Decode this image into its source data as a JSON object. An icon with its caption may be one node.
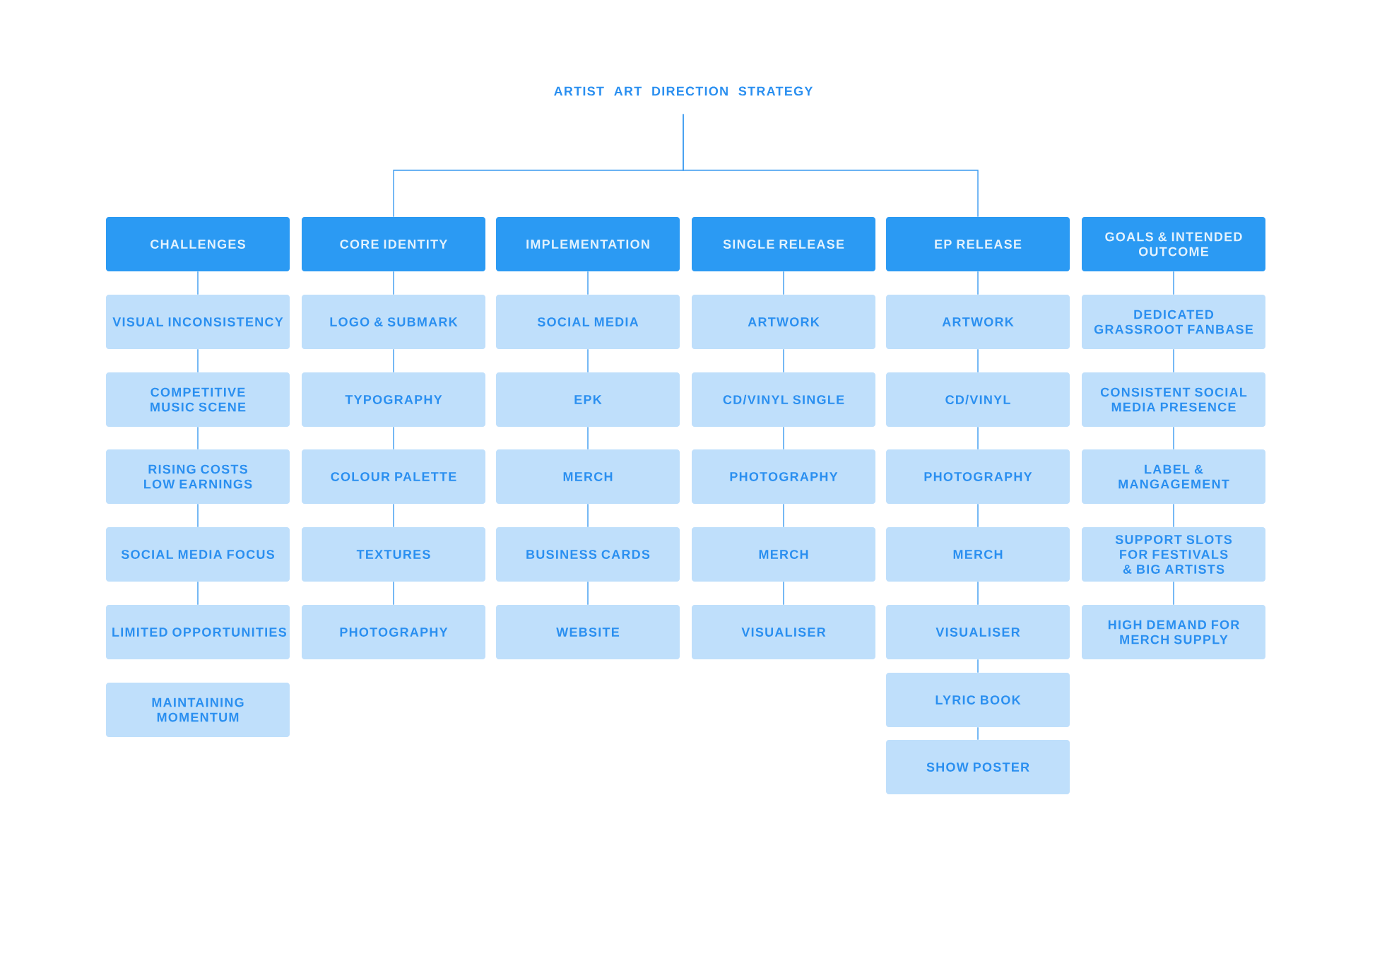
{
  "diagram": {
    "nodes": [
      {
        "text": [
          "ARTIST ART DIRECTION STRATEGY"
        ]
      },
      {
        "text": [
          "CHALLENGES"
        ]
      },
      {
        "text": [
          "CORE IDENTITY"
        ]
      },
      {
        "text": [
          "IMPLEMENTATION"
        ]
      },
      {
        "text": [
          "SINGLE RELEASE"
        ]
      },
      {
        "text": [
          "EP RELEASE"
        ]
      },
      {
        "text": [
          "GOALS & INTENDED OUTCOME"
        ]
      },
      {
        "text": [
          "VISUAL INCONSISTENCY"
        ]
      },
      {
        "text": [
          "COMPETITIVE MUSIC SCENE"
        ]
      },
      {
        "text": [
          "RISING COSTS LOW EARNINGS"
        ]
      },
      {
        "text": [
          "SOCIAL MEDIA FOCUS"
        ]
      },
      {
        "text": [
          "LIMITED OPPORTUNITIES"
        ]
      },
      {
        "text": [
          "MAINTAINING MOMENTUM"
        ]
      },
      {
        "text": [
          "LOGO & SUBMARK"
        ]
      },
      {
        "text": [
          "TYPOGRAPHY"
        ]
      },
      {
        "text": [
          "COLOUR PALETTE"
        ]
      },
      {
        "text": [
          "TEXTURES"
        ]
      },
      {
        "text": [
          "PHOTOGRAPHY"
        ]
      },
      {
        "text": [
          "SOCIAL MEDIA"
        ]
      },
      {
        "text": [
          "EPK"
        ]
      },
      {
        "text": [
          "MERCH"
        ]
      },
      {
        "text": [
          "BUSINESS CARDS"
        ]
      },
      {
        "text": [
          "WEBSITE"
        ]
      },
      {
        "text": [
          "ARTWORK"
        ]
      },
      {
        "text": [
          "CD/VINYL SINGLE"
        ]
      },
      {
        "text": [
          "PHOTOGRAPHY"
        ]
      },
      {
        "text": [
          "MERCH"
        ]
      },
      {
        "text": [
          "VISUALISER"
        ]
      },
      {
        "text": [
          "ARTWORK"
        ]
      },
      {
        "text": [
          "CD/VINYL"
        ]
      },
      {
        "text": [
          "PHOTOGRAPHY"
        ]
      },
      {
        "text": [
          "MERCH"
        ]
      },
      {
        "text": [
          "VISUALISER"
        ]
      },
      {
        "text": [
          "LYRIC BOOK"
        ]
      },
      {
        "text": [
          "SHOW POSTER"
        ]
      },
      {
        "text": [
          "DEDICATED GRASSROOT FANBASE"
        ]
      },
      {
        "text": [
          "CONSISTENT SOCIAL MEDIA PRESENCE"
        ]
      },
      {
        "text": [
          "LABEL & MANGAGEMENT"
        ]
      },
      {
        "text": [
          "SUPPORT SLOTS FOR FESTIVALS & BIG ARTISTS"
        ]
      },
      {
        "text": [
          "HIGH DEMAND FOR MERCH SUPPLY"
        ]
      }
    ],
    "edges": [
      {
        "from": 0,
        "to": 2,
        "arrow": "none"
      },
      {
        "from": 0,
        "to": 5,
        "arrow": "none"
      },
      {
        "from": 1,
        "to": 7,
        "arrow": "none"
      },
      {
        "from": 7,
        "to": 8,
        "arrow": "none"
      },
      {
        "from": 8,
        "to": 9,
        "arrow": "none"
      },
      {
        "from": 9,
        "to": 10,
        "arrow": "none"
      },
      {
        "from": 10,
        "to": 11,
        "arrow": "none"
      },
      {
        "from": 2,
        "to": 13,
        "arrow": "none"
      },
      {
        "from": 13,
        "to": 14,
        "arrow": "none"
      },
      {
        "from": 14,
        "to": 15,
        "arrow": "none"
      },
      {
        "from": 15,
        "to": 16,
        "arrow": "none"
      },
      {
        "from": 16,
        "to": 17,
        "arrow": "none"
      },
      {
        "from": 3,
        "to": 18,
        "arrow": "none"
      },
      {
        "from": 18,
        "to": 19,
        "arrow": "none"
      },
      {
        "from": 19,
        "to": 20,
        "arrow": "none"
      },
      {
        "from": 20,
        "to": 21,
        "arrow": "none"
      },
      {
        "from": 21,
        "to": 22,
        "arrow": "none"
      },
      {
        "from": 4,
        "to": 23,
        "arrow": "none"
      },
      {
        "from": 23,
        "to": 24,
        "arrow": "none"
      },
      {
        "from": 24,
        "to": 25,
        "arrow": "none"
      },
      {
        "from": 25,
        "to": 26,
        "arrow": "none"
      },
      {
        "from": 26,
        "to": 27,
        "arrow": "none"
      },
      {
        "from": 5,
        "to": 28,
        "arrow": "none"
      },
      {
        "from": 28,
        "to": 29,
        "arrow": "none"
      },
      {
        "from": 29,
        "to": 30,
        "arrow": "none"
      },
      {
        "from": 30,
        "to": 31,
        "arrow": "none"
      },
      {
        "from": 31,
        "to": 32,
        "arrow": "none"
      },
      {
        "from": 32,
        "to": 33,
        "arrow": "none"
      },
      {
        "from": 33,
        "to": 34,
        "arrow": "none"
      },
      {
        "from": 6,
        "to": 35,
        "arrow": "none"
      },
      {
        "from": 35,
        "to": 36,
        "arrow": "none"
      },
      {
        "from": 36,
        "to": 37,
        "arrow": "none"
      },
      {
        "from": 37,
        "to": 38,
        "arrow": "none"
      },
      {
        "from": 38,
        "to": 39,
        "arrow": "none"
      }
    ]
  }
}
